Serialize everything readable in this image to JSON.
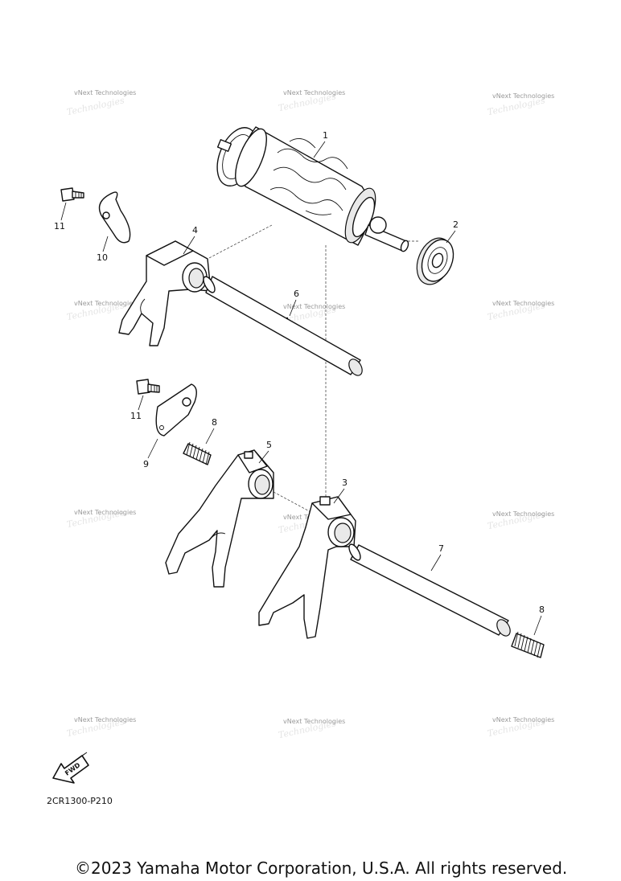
{
  "watermark_text": "vNext Technologies",
  "callouts": {
    "c1": "1",
    "c2": "2",
    "c3": "3",
    "c4": "4",
    "c5": "5",
    "c6": "6",
    "c7": "7",
    "c8a": "8",
    "c8b": "8",
    "c9": "9",
    "c10": "10",
    "c11a": "11",
    "c11b": "11"
  },
  "fwd_label": "FWD",
  "diagram_code": "2CR1300-P210",
  "copyright": "©2023 Yamaha Motor Corporation, U.S.A. All rights reserved."
}
